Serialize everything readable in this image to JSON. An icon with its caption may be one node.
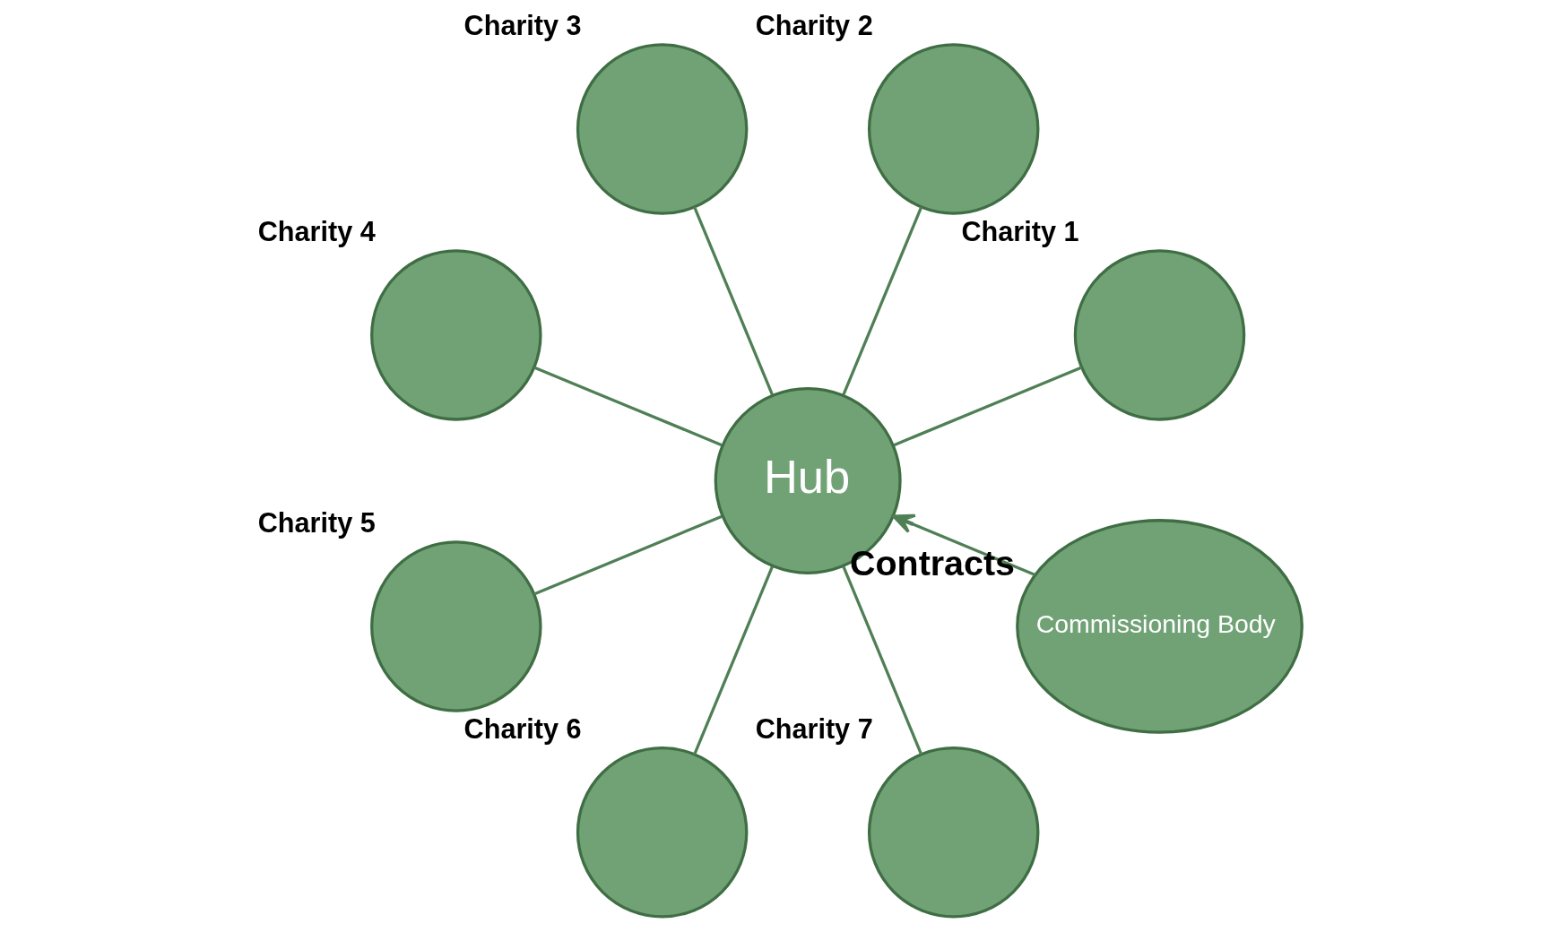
{
  "diagram": {
    "nodes": [
      {
        "text": [
          "Hub"
        ]
      },
      {
        "text": [
          "Commissioning Body"
        ]
      },
      {
        "text": [],
        "shape": "circle",
        "beside": [
          "Charity 1"
        ]
      },
      {
        "text": [],
        "shape": "circle",
        "beside": [
          "Charity 2"
        ]
      },
      {
        "text": [],
        "shape": "circle",
        "beside": [
          "Charity 3"
        ]
      },
      {
        "text": [],
        "shape": "circle",
        "beside": [
          "Charity 4"
        ]
      },
      {
        "text": [],
        "shape": "circle",
        "beside": [
          "Charity 5"
        ]
      },
      {
        "text": [],
        "shape": "circle",
        "beside": [
          "Charity 6"
        ]
      },
      {
        "text": [],
        "shape": "circle",
        "beside": [
          "Charity 7"
        ]
      }
    ],
    "edges": [
      {
        "from": 1,
        "to": 0,
        "arrow": "to",
        "label": "Contracts"
      },
      {
        "from": 0,
        "to": 2,
        "arrow": "none"
      },
      {
        "from": 0,
        "to": 3,
        "arrow": "none"
      },
      {
        "from": 0,
        "to": 4,
        "arrow": "none"
      },
      {
        "from": 0,
        "to": 5,
        "arrow": "none"
      },
      {
        "from": 0,
        "to": 6,
        "arrow": "none"
      },
      {
        "from": 0,
        "to": 7,
        "arrow": "none"
      },
      {
        "from": 0,
        "to": 8,
        "arrow": "none"
      }
    ]
  }
}
